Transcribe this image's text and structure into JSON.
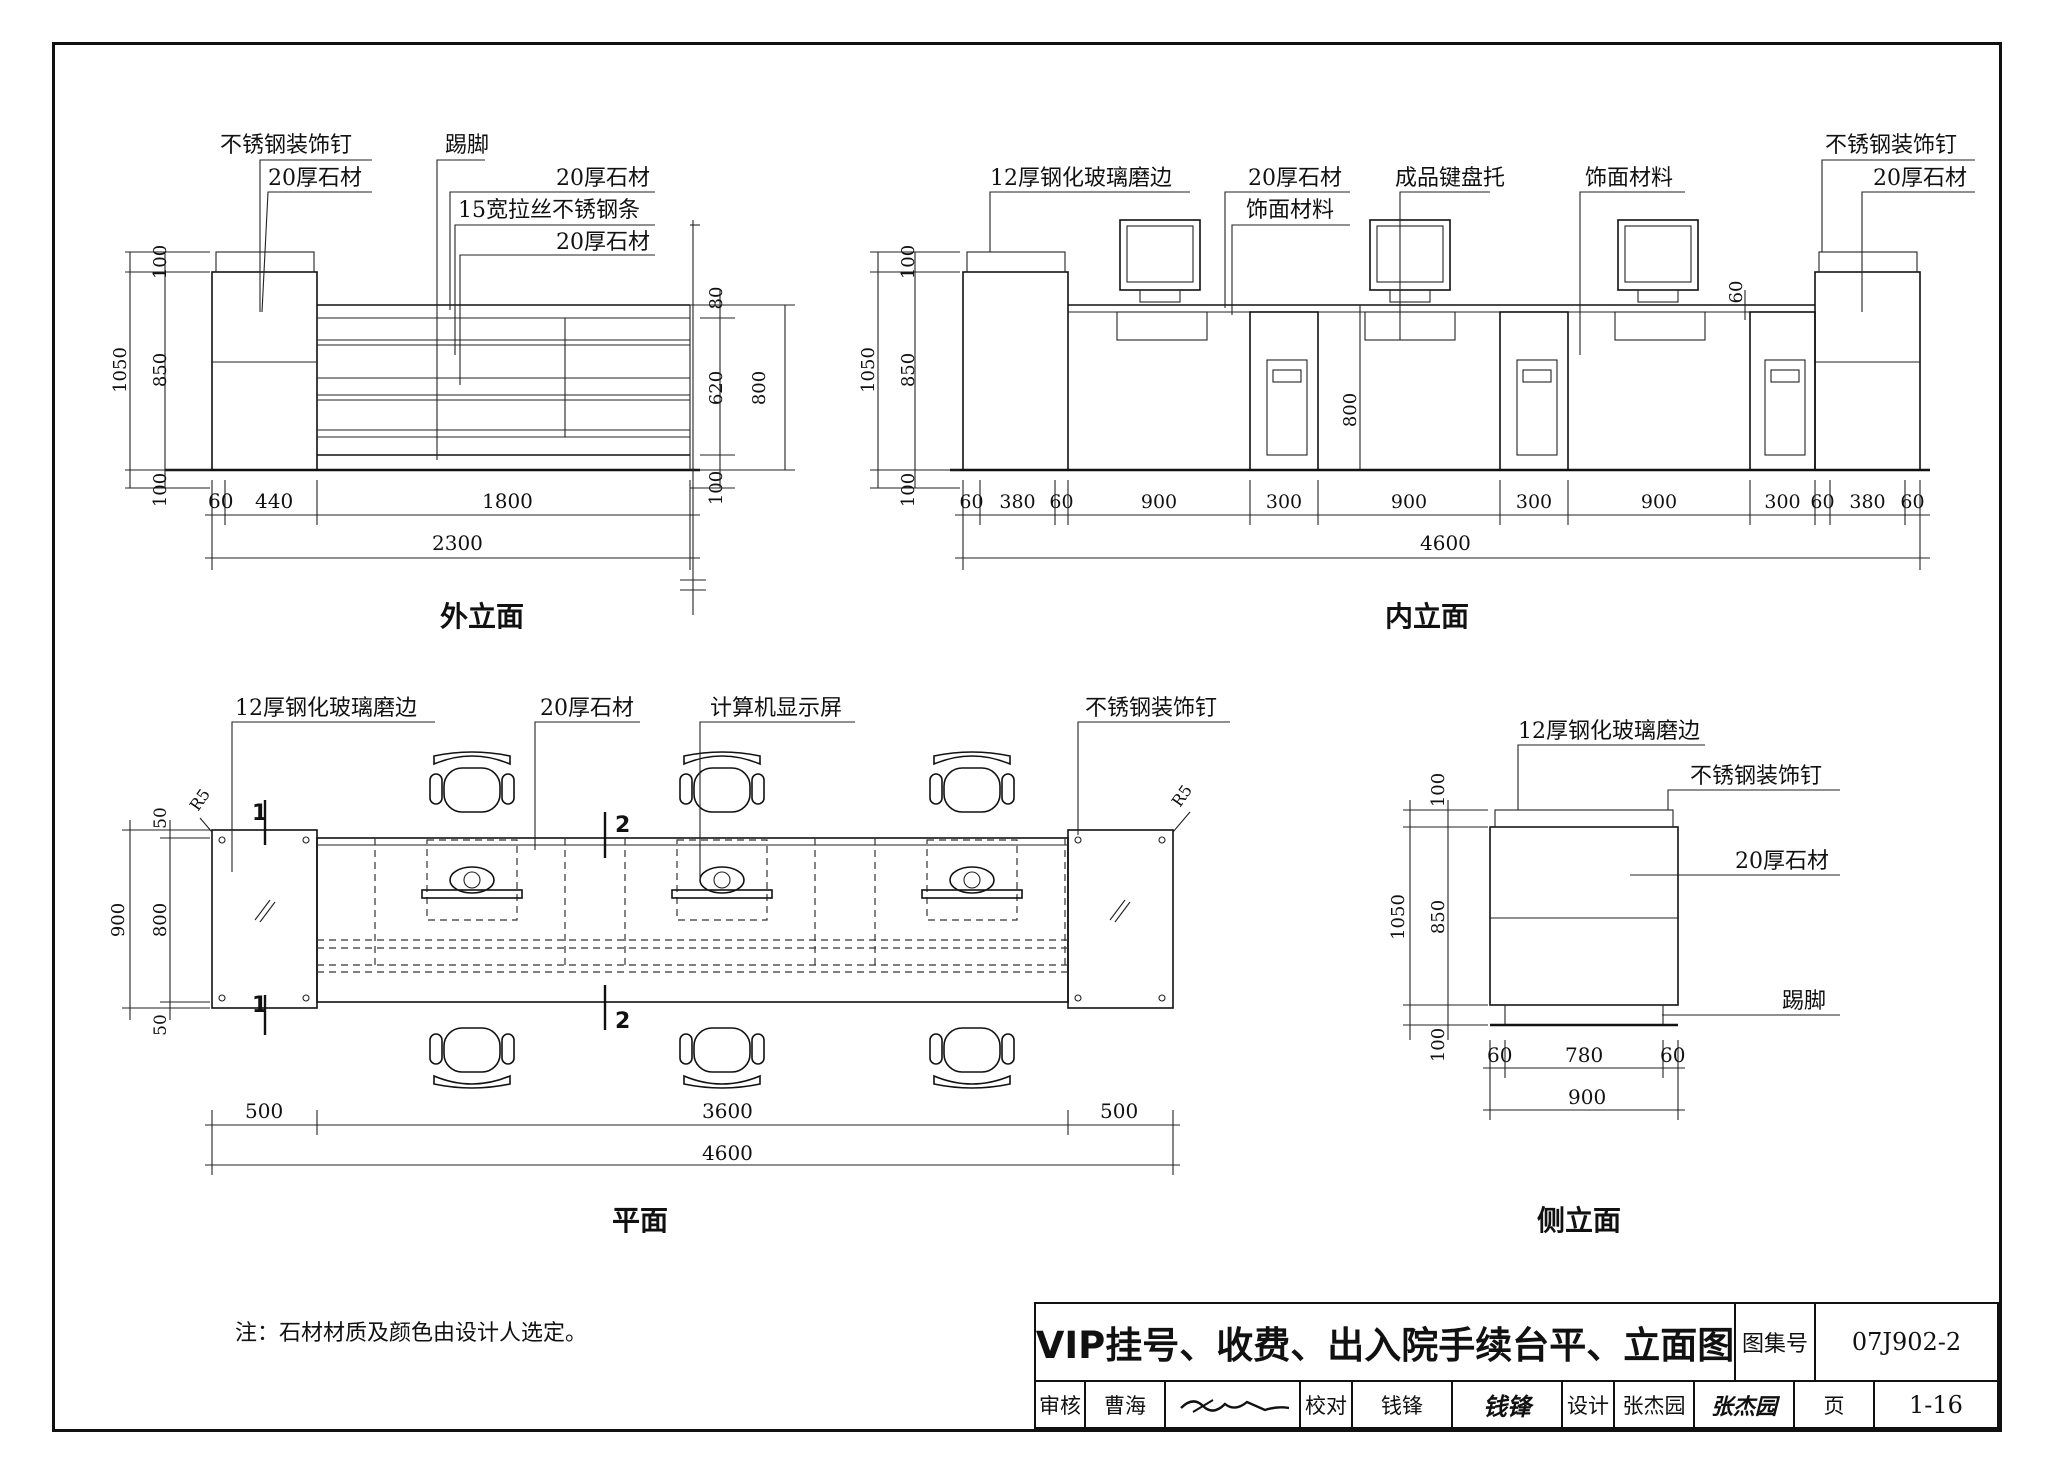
{
  "views": {
    "exterior": {
      "title": "外立面",
      "labels": [
        "不锈钢装饰钉",
        "20厚石材",
        "踢脚",
        "20厚石材",
        "15宽拉丝不锈钢条",
        "20厚石材"
      ],
      "dims": {
        "d100": "100",
        "d1050": "1050",
        "d850": "850",
        "d100b": "100",
        "d80": "80",
        "d620": "620",
        "d800": "800",
        "d100c": "100",
        "d60": "60",
        "d440": "440",
        "d1800": "1800",
        "d2300": "2300"
      }
    },
    "interior": {
      "title": "内立面",
      "labels": [
        "12厚钢化玻璃磨边",
        "20厚石材",
        "饰面材料",
        "成品键盘托",
        "饰面材料",
        "不锈钢装饰钉",
        "20厚石材"
      ],
      "dims": {
        "d100": "100",
        "d1050": "1050",
        "d850": "850",
        "d100b": "100",
        "d800": "800",
        "d60": "60",
        "row": [
          "60",
          "380",
          "60",
          "900",
          "300",
          "900",
          "300",
          "900",
          "300",
          "60",
          "380",
          "60"
        ],
        "d4600": "4600"
      }
    },
    "plan": {
      "title": "平面",
      "labels": [
        "12厚钢化玻璃磨边",
        "20厚石材",
        "计算机显示屏",
        "不锈钢装饰钉"
      ],
      "radius": "R5",
      "section_marks": [
        "1",
        "2"
      ],
      "dims": {
        "d50": "50",
        "d900": "900",
        "d800": "800",
        "d50b": "50",
        "d500": "500",
        "d3600": "3600",
        "d500b": "500",
        "d4600": "4600"
      }
    },
    "side": {
      "title": "侧立面",
      "labels": [
        "12厚钢化玻璃磨边",
        "不锈钢装饰钉",
        "20厚石材",
        "踢脚"
      ],
      "dims": {
        "d100": "100",
        "d1050": "1050",
        "d850": "850",
        "d100b": "100",
        "d60": "60",
        "d780": "780",
        "d60b": "60",
        "d900": "900"
      }
    }
  },
  "note": "注：石材材质及颜色由设计人选定。",
  "title_block": {
    "drawing_title": "VIP挂号、收费、出入院手续台平、立面图",
    "atlas_no_label": "图集号",
    "atlas_no": "07J902-2",
    "review_label": "审核",
    "reviewer": "曹海",
    "check_label": "校对",
    "checker": "钱锋",
    "checker_sig": "钱锋",
    "design_label": "设计",
    "designer": "张杰园",
    "designer_sig": "张杰园",
    "page_label": "页",
    "page": "1-16"
  }
}
